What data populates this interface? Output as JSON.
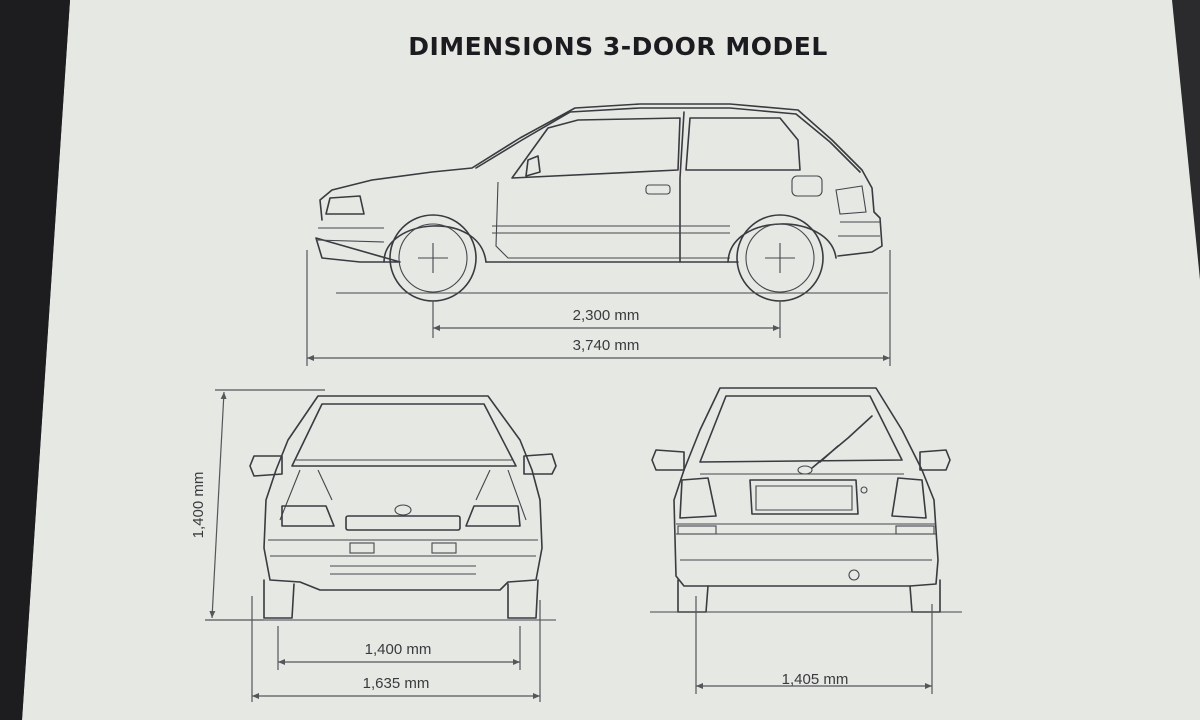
{
  "title": "DIMENSIONS 3-DOOR MODEL",
  "side_view": {
    "wheelbase": "2,300 mm",
    "overall_length": "3,740 mm"
  },
  "front_view": {
    "height": "1,400 mm",
    "front_track": "1,400 mm",
    "overall_width": "1,635 mm"
  },
  "rear_view": {
    "rear_track": "1,405 mm"
  },
  "colors": {
    "paper": "#e6e8e4",
    "ink": "#3a3a40",
    "background": "#2b2b2e"
  }
}
